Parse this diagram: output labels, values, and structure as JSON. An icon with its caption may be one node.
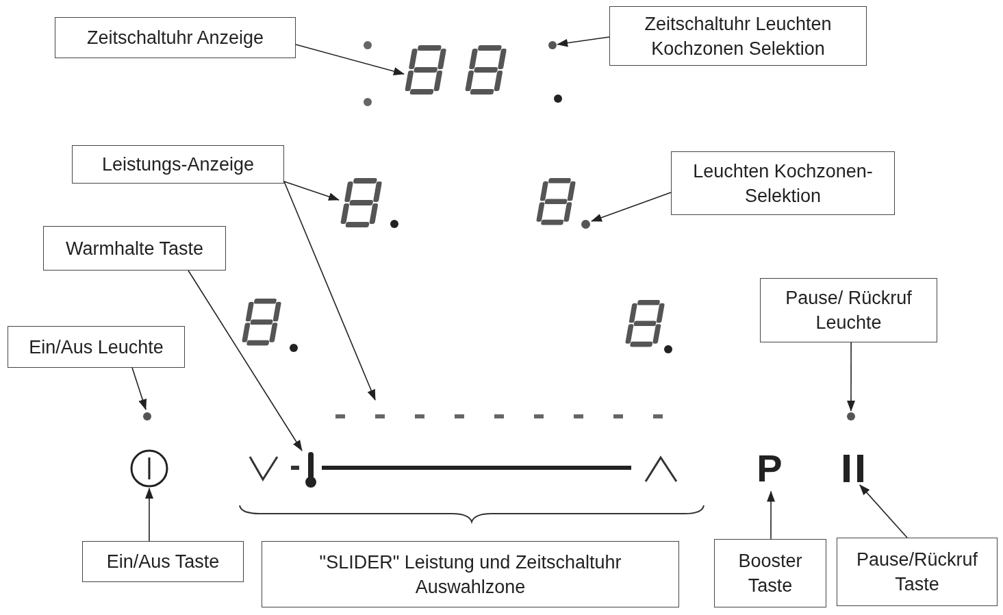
{
  "diagram": {
    "nodes": [
      {
        "text": [
          "Zeitschaltuhr Anzeige"
        ]
      },
      {
        "text": [
          "Zeitschaltuhr Leuchten Kochzonen Selektion"
        ]
      },
      {
        "text": [
          "Leistungs-Anzeige"
        ]
      },
      {
        "text": [
          "Leuchten Kochzonen-Selektion"
        ]
      },
      {
        "text": [
          "Warmhalte Taste"
        ]
      },
      {
        "text": [
          "Pause/ Rückruf Leuchte"
        ]
      },
      {
        "text": [
          "Ein/Aus Leuchte"
        ]
      },
      {
        "text": [
          "Ein/Aus Taste"
        ]
      },
      {
        "text": [
          "\"SLIDER\" Leistung und Zeitschaltuhr Auswahlzone"
        ]
      },
      {
        "text": [
          "Booster Taste"
        ]
      },
      {
        "text": [
          "Pause/Rückruf Taste"
        ]
      },
      {
        "text": [],
        "shape": "display"
      },
      {
        "text": [],
        "shape": "dot"
      },
      {
        "text": [],
        "shape": "display"
      },
      {
        "text": [],
        "shape": "dashes"
      },
      {
        "text": [],
        "shape": "dot"
      },
      {
        "text": [],
        "shape": "thermometer"
      },
      {
        "text": [],
        "shape": "dot"
      },
      {
        "text": [],
        "shape": "dot"
      },
      {
        "text": [],
        "shape": "circle"
      },
      {
        "text": [
          "P"
        ]
      },
      {
        "text": [],
        "shape": "bars"
      }
    ],
    "edges": [
      {
        "from": 0,
        "to": 11,
        "arrow": "to"
      },
      {
        "from": 1,
        "to": 12,
        "arrow": "to"
      },
      {
        "from": 2,
        "to": 13,
        "arrow": "to"
      },
      {
        "from": 2,
        "to": 14,
        "arrow": "to"
      },
      {
        "from": 3,
        "to": 15,
        "arrow": "to"
      },
      {
        "from": 4,
        "to": 16,
        "arrow": "to"
      },
      {
        "from": 5,
        "to": 17,
        "arrow": "to"
      },
      {
        "from": 6,
        "to": 18,
        "arrow": "to"
      },
      {
        "from": 7,
        "to": 19,
        "arrow": "to"
      },
      {
        "from": 9,
        "to": 20,
        "arrow": "to"
      },
      {
        "from": 10,
        "to": 21,
        "arrow": "to"
      }
    ]
  }
}
